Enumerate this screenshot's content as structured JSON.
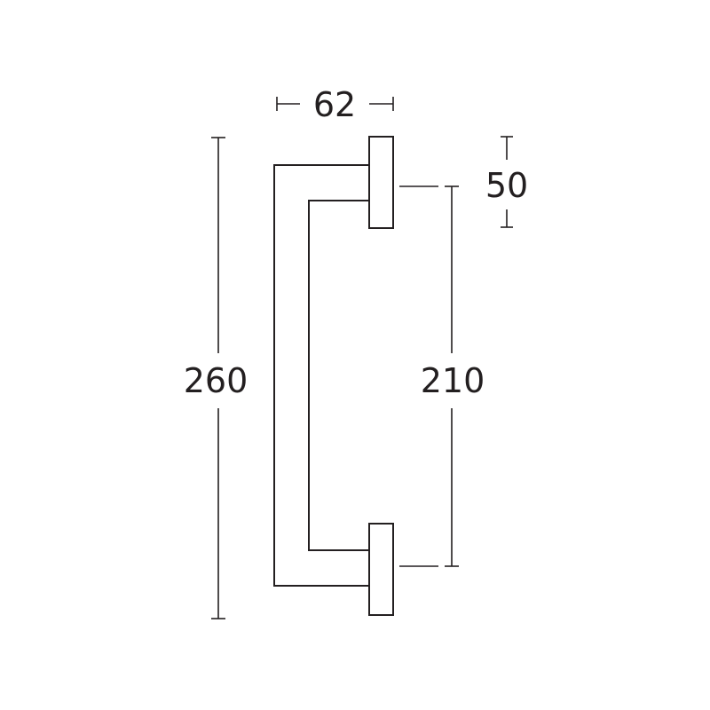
{
  "dimensions": {
    "width_62": "62",
    "height_50": "50",
    "overall_260": "260",
    "centers_210": "210"
  }
}
